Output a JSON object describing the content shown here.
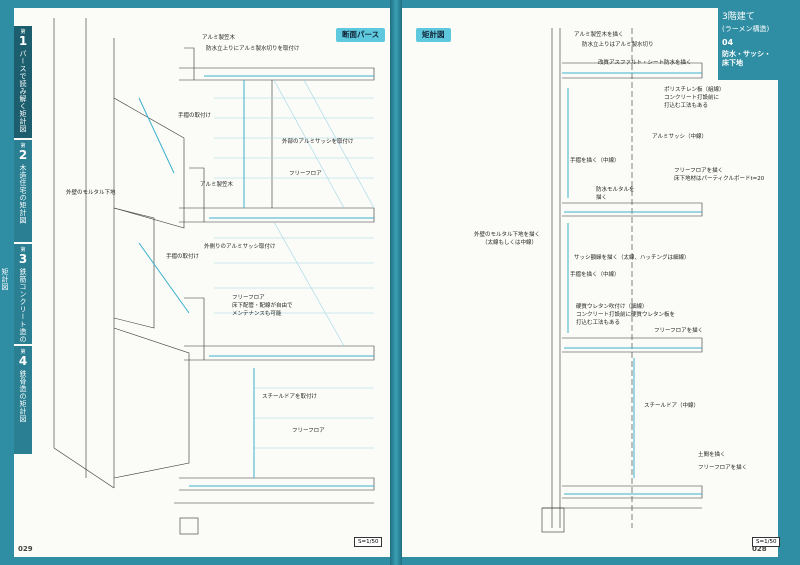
{
  "left": {
    "page_number": "029",
    "section_label": "断面パース",
    "scale": "S=1/50",
    "tabs": [
      {
        "ch": "第",
        "num": "1",
        "title": "パースで読み解く矩計図"
      },
      {
        "ch": "第",
        "num": "2",
        "title": "木造住宅の矩計図"
      },
      {
        "ch": "第",
        "num": "3",
        "title": "鉄筋コンクリート造の矩計図"
      },
      {
        "ch": "第",
        "num": "4",
        "title": "鉄骨造の矩計図"
      }
    ],
    "notes": [
      "アルミ製笠木",
      "防水立上りにアルミ製水切りを取付け",
      "手摺の取付け",
      "外部のアルミサッシを取付け",
      "フリーフロア",
      "アルミ製笠木",
      "外壁のモルタル下地",
      "手摺の取付け",
      "外側りのアルミサッシ取付け",
      "フリーフロア",
      "床下配管・配線が自由で",
      "メンテナンスも可能",
      "スチールドアを取付け",
      "フリーフロア"
    ]
  },
  "right": {
    "page_number": "028",
    "section_label": "矩計図",
    "scale": "S=1/50",
    "chapter": {
      "t1": "3階建て",
      "t2": "(ラーメン構造)",
      "t3": "04",
      "t4": "防水・サッシ・床下地"
    },
    "notes": [
      "アルミ製笠木を描く",
      "防水立上りはアルミ製水切り",
      "改質アスファルト・シート防水を描く",
      "ポリスチレン板（組線）",
      "コンクリート打設前に",
      "打込む工法もある",
      "アルミサッシ（中線）",
      "手摺を描く（中線）",
      "フリーフロアを描く",
      "床下地材はパーティクルボードt=20",
      "防水モルタルを",
      "描く",
      "外壁のモルタル下地を描く",
      "（太線もしくは中線）",
      "サッシ額縁を描く（太線、ハッチングは細線）",
      "手摺を描く（中線）",
      "硬質ウレタン吹付け（細線）",
      "コンクリート打設前に硬質ウレタン板を",
      "打込む工法もある",
      "フリーフロアを描く",
      "スチールドア（中線）",
      "土間を描く",
      "フリーフロアを描く"
    ]
  }
}
